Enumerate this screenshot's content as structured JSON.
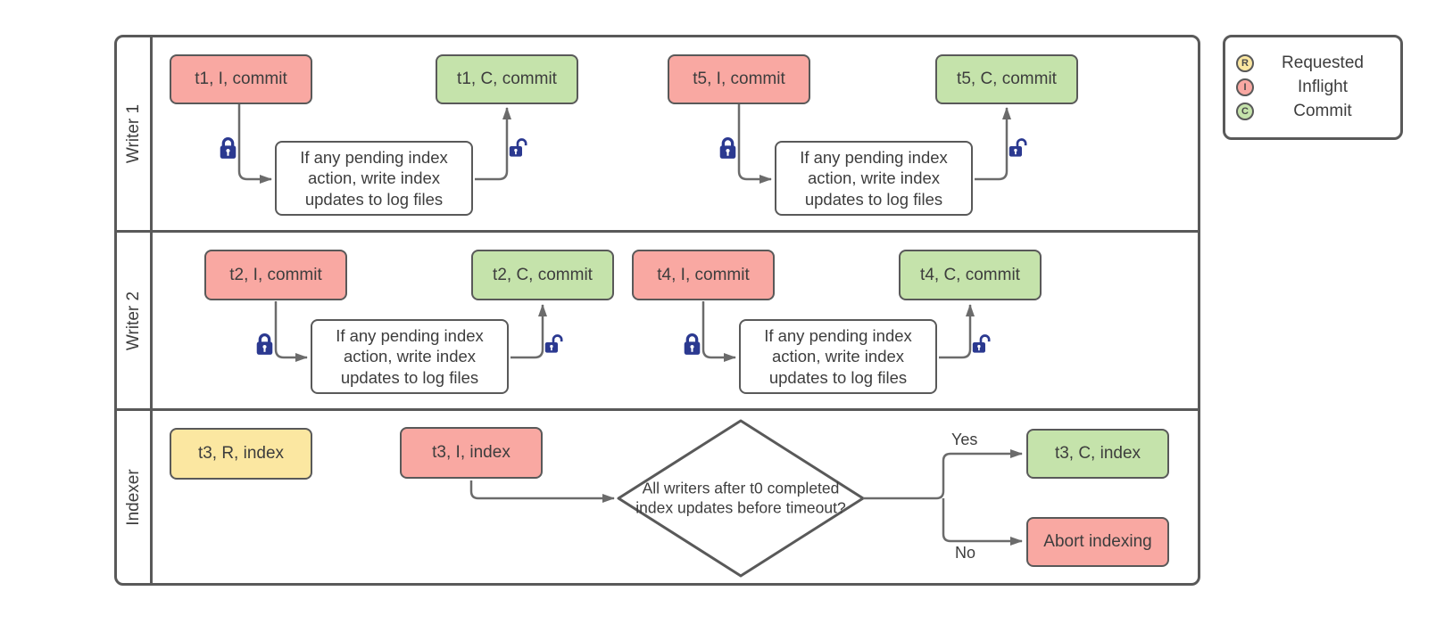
{
  "lanes": [
    {
      "label": "Writer 1"
    },
    {
      "label": "Writer 2"
    },
    {
      "label": "Indexer"
    }
  ],
  "legend": {
    "items": [
      {
        "symbol": "R",
        "label": "Requested"
      },
      {
        "symbol": "I",
        "label": "Inflight"
      },
      {
        "symbol": "C",
        "label": "Commit"
      }
    ]
  },
  "shared": {
    "process_text": "If any pending index action, write index updates to log files"
  },
  "writer1": {
    "flow1": {
      "inflight": "t1, I, commit",
      "commit": "t1, C, commit"
    },
    "flow2": {
      "inflight": "t5, I, commit",
      "commit": "t5, C, commit"
    }
  },
  "writer2": {
    "flow1": {
      "inflight": "t2, I, commit",
      "commit": "t2, C, commit"
    },
    "flow2": {
      "inflight": "t4, I, commit",
      "commit": "t4, C, commit"
    }
  },
  "indexer": {
    "requested": "t3, R, index",
    "inflight": "t3, I, index",
    "decision": "All writers after t0 completed index updates before timeout?",
    "yes_label": "Yes",
    "no_label": "No",
    "commit": "t3, C, index",
    "abort": "Abort indexing"
  },
  "colors": {
    "requested_fill": "#fbe7a1",
    "inflight_fill": "#f9a8a2",
    "commit_fill": "#c5e3ab",
    "process_fill": "#ffffff",
    "stroke": "#595959",
    "connector": "#6b6b6b",
    "lock": "#2b3990"
  }
}
